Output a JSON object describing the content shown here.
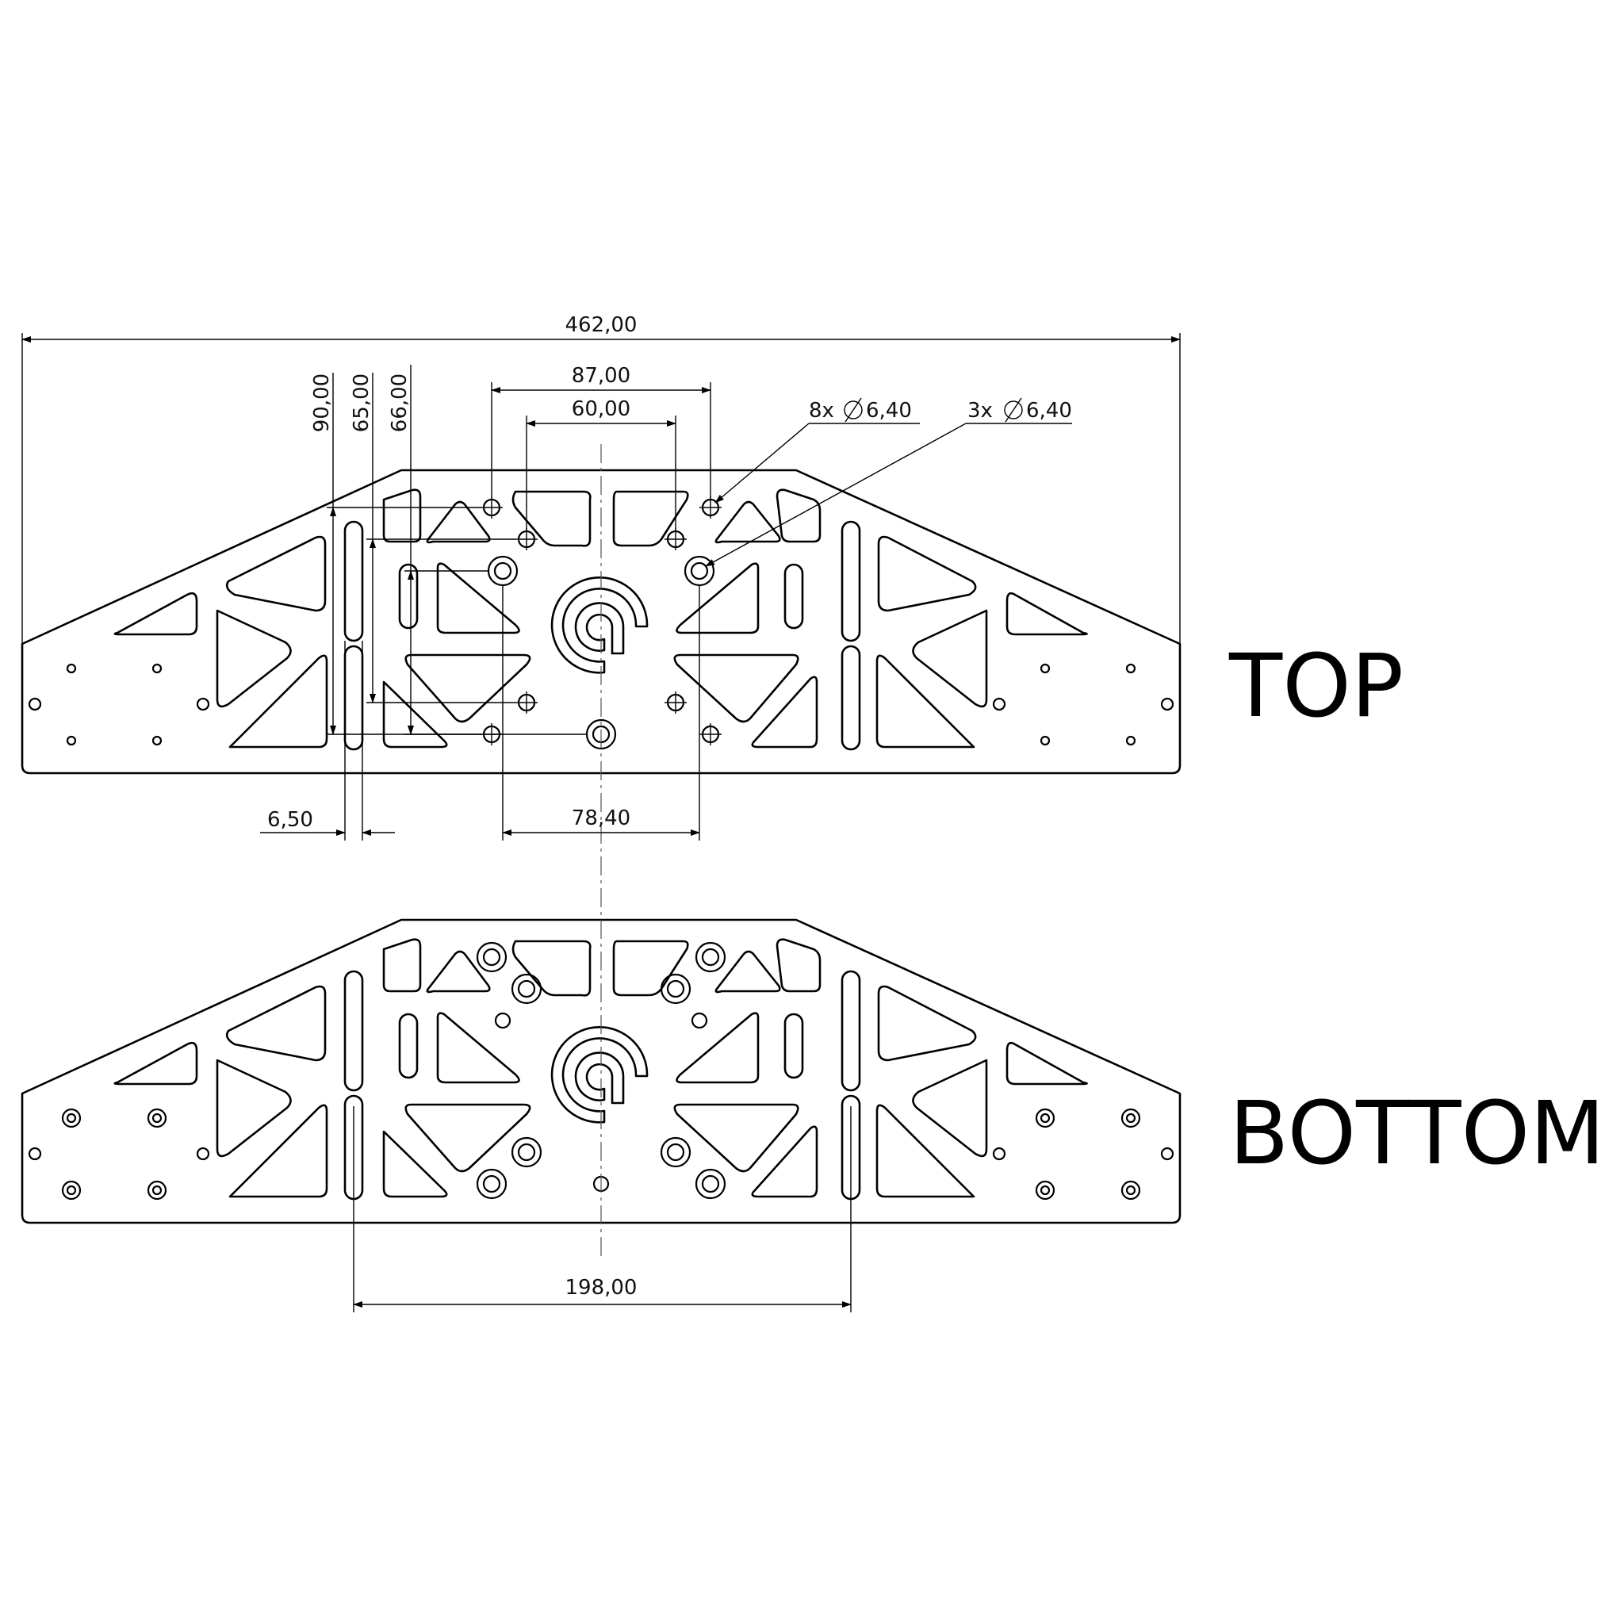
{
  "views": {
    "top_label": "TOP",
    "bottom_label": "BOTTOM"
  },
  "dimensions": {
    "overall_width": "462,00",
    "width_87": "87,00",
    "width_60": "60,00",
    "height_90": "90,00",
    "height_65": "65,00",
    "height_66": "66,00",
    "callout_8x": "8x",
    "callout_8x_dia": "6,40",
    "callout_3x": "3x",
    "callout_3x_dia": "6,40",
    "slot_6_50": "6,50",
    "width_78_40": "78,40",
    "width_198": "198,00"
  }
}
